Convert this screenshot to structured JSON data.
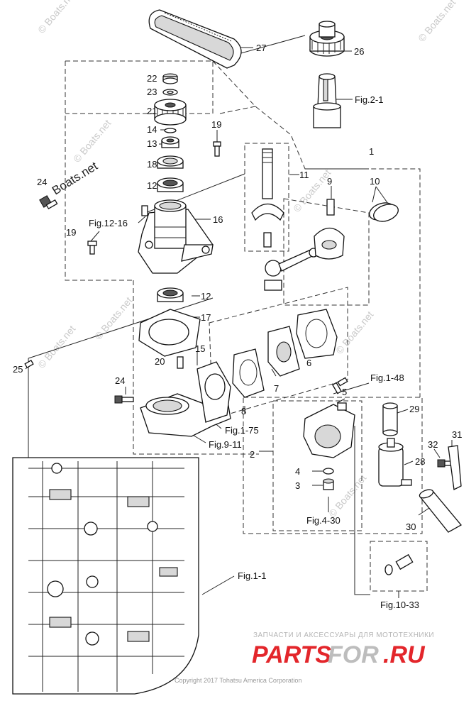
{
  "labels": {
    "p1": "1",
    "p2": "2",
    "p3": "3",
    "p4": "4",
    "p5": "5",
    "p6": "6",
    "p7": "7",
    "p8": "8",
    "p9": "9",
    "p10": "10",
    "p11": "11",
    "p12a": "12",
    "p12b": "12",
    "p13": "13",
    "p14": "14",
    "p15": "15",
    "p16": "16",
    "p17": "17",
    "p18": "18",
    "p19a": "19",
    "p19b": "19",
    "p20": "20",
    "p21": "21",
    "p22": "22",
    "p23": "23",
    "p24a": "24",
    "p24b": "24",
    "p25": "25",
    "p26": "26",
    "p27": "27",
    "p28": "28",
    "p29": "29",
    "p30": "30",
    "p31": "31",
    "p32": "32"
  },
  "figure_refs": {
    "fig_2_1": "Fig.2-1",
    "fig_12_16": "Fig.12-16",
    "fig_1_48": "Fig.1-48",
    "fig_1_75": "Fig.1-75",
    "fig_9_11": "Fig.9-11",
    "fig_4_30": "Fig.4-30",
    "fig_1_1": "Fig.1-1",
    "fig_10_33": "Fig.10-33"
  },
  "watermarks": {
    "wm1": "© Boats.net",
    "wm2": "© Boats.net",
    "wm3": "© Boats.net",
    "wm4": "© Boats.net",
    "wm5": "© Boats.net",
    "wm6": "© Boats.net",
    "wm7": "© Boats.net",
    "wm8": "© Boats.net",
    "wm_dark": "Boats.net"
  },
  "footer": {
    "copyright": "Copyright 2017 Tohatsu America Corporation",
    "brand_tagline": "ЗАПЧАСТИ И АКСЕССУАРЫ ДЛЯ МОТОТЕХНИКИ",
    "brand_a": "PARTS",
    "brand_b": "FOR",
    "brand_c": ".RU"
  },
  "colors": {
    "brand_red": "#e3262b",
    "brand_grey": "#bdbdbd",
    "line": "#222222"
  }
}
